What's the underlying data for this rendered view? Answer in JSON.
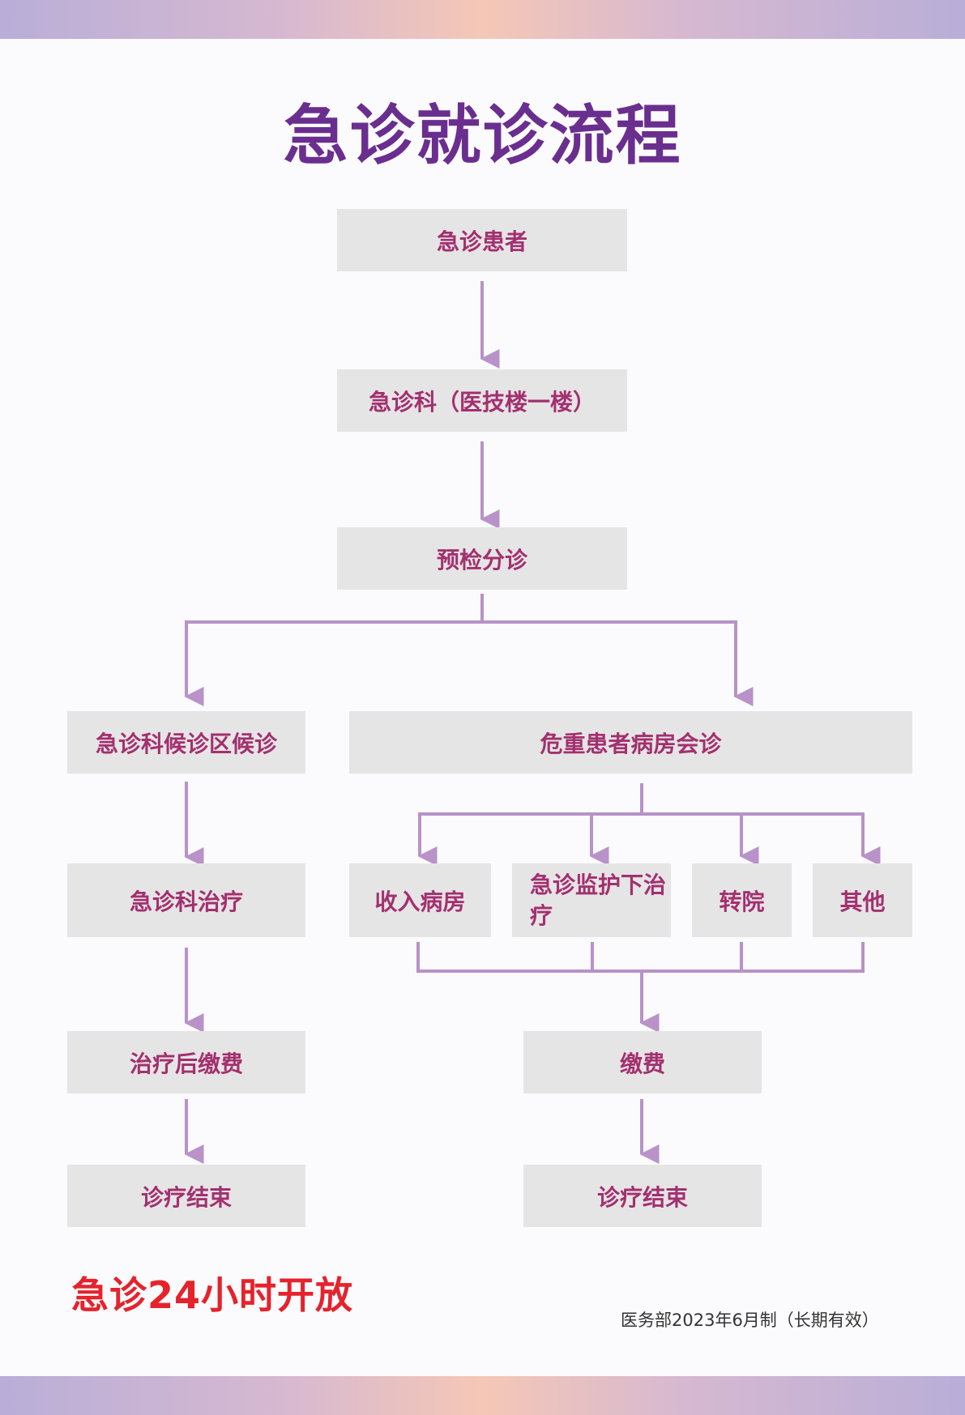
{
  "title": "急诊就诊流程",
  "nodes": {
    "patient": "急诊患者",
    "er_dept": "急诊科（医技楼一楼）",
    "triage": "预检分诊",
    "waiting": "急诊科候诊区候诊",
    "critical": "危重患者病房会诊",
    "er_treatment": "急诊科治疗",
    "admit": "收入病房",
    "monitor": "急诊监护下治疗",
    "transfer": "转院",
    "other": "其他",
    "pay_after_treatment": "治疗后缴费",
    "pay": "缴费",
    "end_left": "诊疗结束",
    "end_right": "诊疗结束"
  },
  "notice": "急诊24小时开放",
  "footer": "医务部2023年6月制（长期有效）",
  "colors": {
    "title": "#6a2e8f",
    "node_text": "#a3306f",
    "node_bg": "#e6e5e5",
    "connector": "#b892c8",
    "notice": "#e4232c"
  }
}
